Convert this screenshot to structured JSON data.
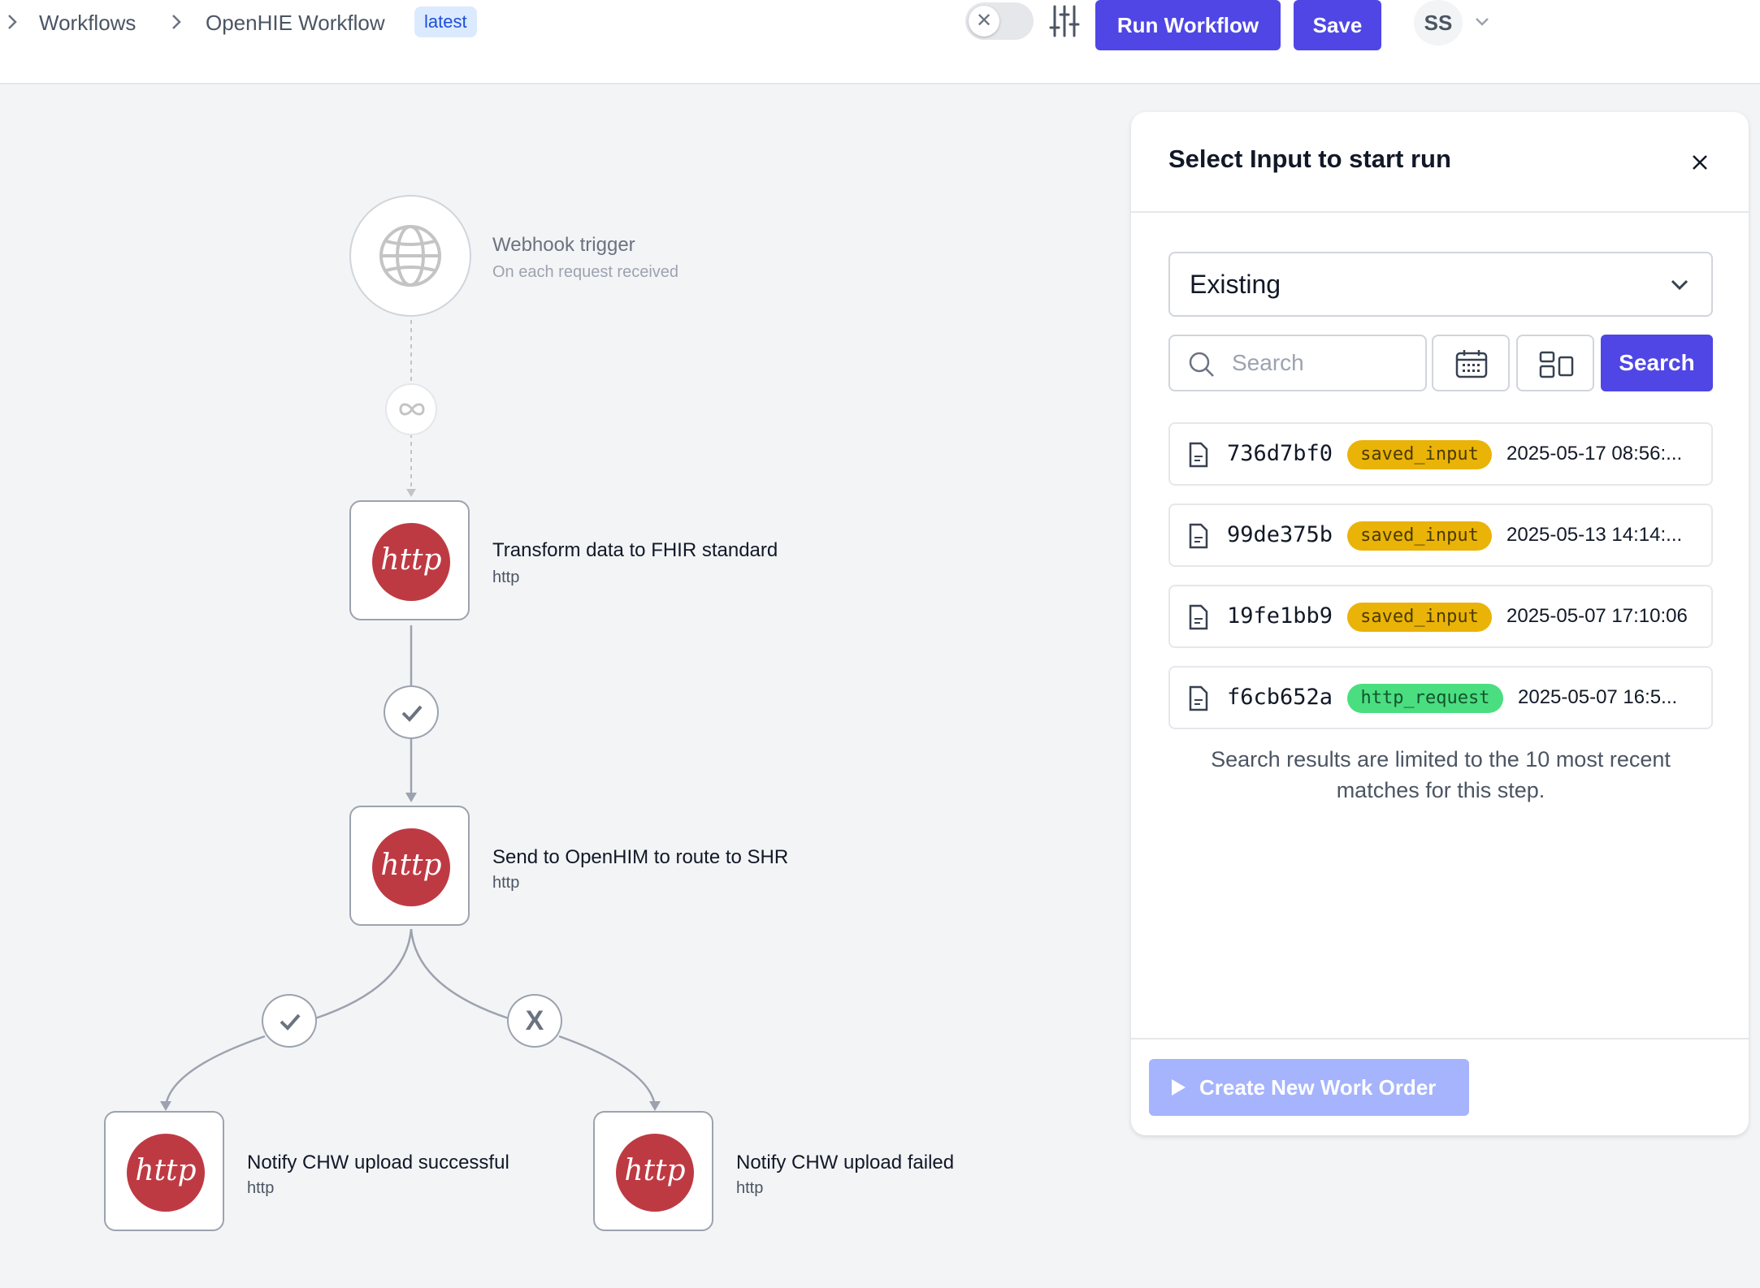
{
  "header": {
    "breadcrumbs": [
      "Workflows",
      "OpenHIE Workflow"
    ],
    "version_badge": "latest",
    "run_button": "Run Workflow",
    "save_button": "Save",
    "avatar_initials": "SS"
  },
  "canvas": {
    "trigger": {
      "title": "Webhook trigger",
      "subtitle": "On each request received"
    },
    "nodes": [
      {
        "icon": "http",
        "title": "Transform data to FHIR standard",
        "subtitle": "http"
      },
      {
        "icon": "http",
        "title": "Send to OpenHIM to route to SHR",
        "subtitle": "http"
      },
      {
        "icon": "http",
        "title": "Notify CHW upload successful",
        "subtitle": "http"
      },
      {
        "icon": "http",
        "title": "Notify CHW upload failed",
        "subtitle": "http"
      }
    ],
    "edge_labels": {
      "fail": "X"
    }
  },
  "panel": {
    "title": "Select Input to start run",
    "mode_select": "Existing",
    "search_placeholder": "Search",
    "search_button": "Search",
    "results": [
      {
        "id": "736d7bf0",
        "tag": "saved_input",
        "tag_color": "#eab308",
        "date": "2025-05-17 08:56:..."
      },
      {
        "id": "99de375b",
        "tag": "saved_input",
        "tag_color": "#eab308",
        "date": "2025-05-13 14:14:..."
      },
      {
        "id": "19fe1bb9",
        "tag": "saved_input",
        "tag_color": "#eab308",
        "date": "2025-05-07 17:10:06"
      },
      {
        "id": "f6cb652a",
        "tag": "http_request",
        "tag_color": "#4ade80",
        "date": "2025-05-07 16:5..."
      }
    ],
    "note": "Search results are limited to the 10 most recent matches for this step.",
    "create_button": "Create New Work Order"
  },
  "colors": {
    "accent": "#4f46e5",
    "accent_disabled": "#a5b4fc",
    "http_node": "#be3a43"
  }
}
